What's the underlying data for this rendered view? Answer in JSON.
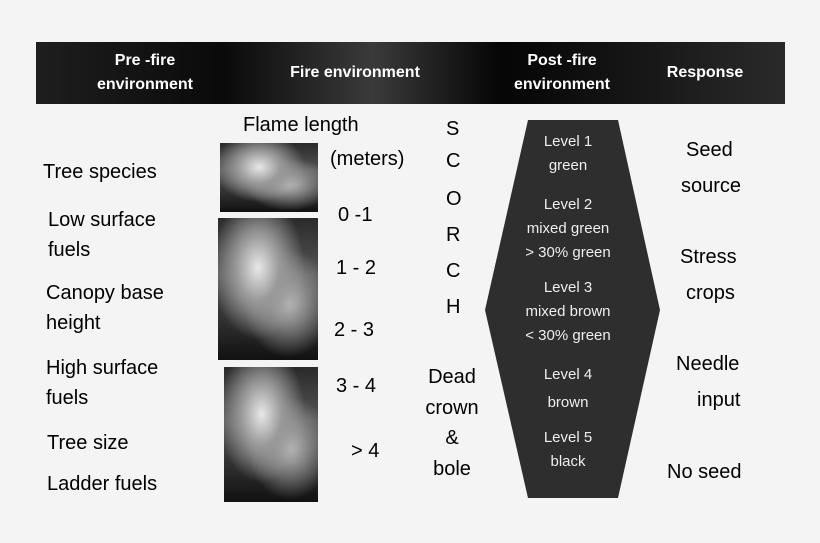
{
  "header": {
    "pre_fire": [
      "Pre -fire",
      "environment"
    ],
    "fire": "Fire environment",
    "post_fire": [
      "Post -fire",
      "environment"
    ],
    "response": "Response"
  },
  "pre_fire_factors": [
    "Tree species",
    "Low surface",
    "fuels",
    "Canopy base",
    "height",
    "High surface",
    "fuels",
    "Tree size",
    "Ladder fuels"
  ],
  "flame": {
    "title": "Flame length",
    "unit": "(meters)",
    "ranges": [
      "0 -1",
      "1 - 2",
      "2 - 3",
      "3 - 4",
      "> 4"
    ]
  },
  "scorch_letters": [
    "S",
    "C",
    "O",
    "R",
    "C",
    "H"
  ],
  "dead_crown": [
    "Dead",
    "crown",
    "&",
    "bole"
  ],
  "levels": [
    [
      "Level 1",
      "green"
    ],
    [
      "Level 2",
      "mixed green",
      "> 30% green"
    ],
    [
      "Level 3",
      "mixed brown",
      "< 30% green"
    ],
    [
      "Level 4",
      "brown"
    ],
    [
      "Level 5",
      "black"
    ]
  ],
  "responses": [
    "Seed",
    "source",
    "Stress",
    "crops",
    "Needle",
    "input",
    "No seed"
  ]
}
